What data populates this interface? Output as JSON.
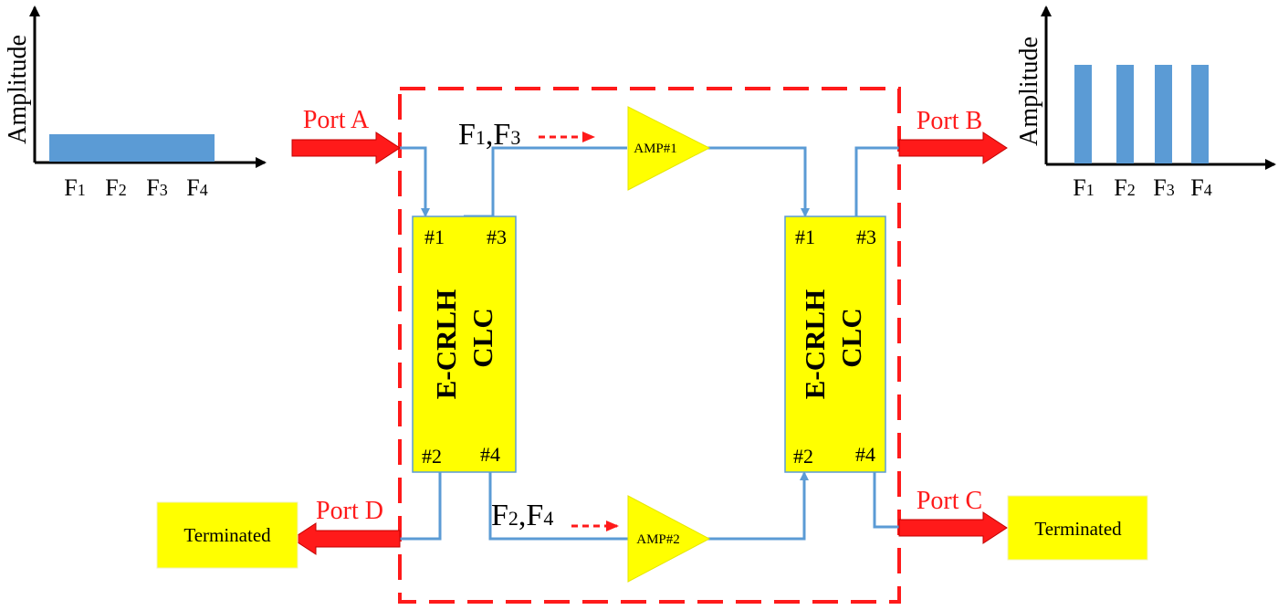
{
  "colors": {
    "red": "#ff1a1a",
    "wire": "#5b9bd5",
    "yellow": "#ffff00",
    "spectrum_bar": "#5b9bd5",
    "text": "#000000"
  },
  "input_spectrum": {
    "ylabel": "Amplitude",
    "freq_labels": [
      {
        "base": "F",
        "sub": "1"
      },
      {
        "base": "F",
        "sub": "2"
      },
      {
        "base": "F",
        "sub": "3"
      },
      {
        "base": "F",
        "sub": "4"
      }
    ]
  },
  "output_spectrum": {
    "ylabel": "Amplitude",
    "freq_labels": [
      {
        "base": "F",
        "sub": "1"
      },
      {
        "base": "F",
        "sub": "2"
      },
      {
        "base": "F",
        "sub": "3"
      },
      {
        "base": "F",
        "sub": "4"
      }
    ]
  },
  "ports": {
    "a": "Port A",
    "b": "Port B",
    "c": "Port C",
    "d": "Port D"
  },
  "couplers": {
    "left": {
      "line1": "E-CRLH",
      "line2": "CLC",
      "p1": "#1",
      "p2": "#2",
      "p3": "#3",
      "p4": "#4"
    },
    "right": {
      "line1": "E-CRLH",
      "line2": "CLC",
      "p1": "#1",
      "p2": "#2",
      "p3": "#3",
      "p4": "#4"
    }
  },
  "amplifiers": {
    "amp1": "AMP#1",
    "amp2": "AMP#2"
  },
  "paths": {
    "upper": {
      "f_a": "F",
      "sub_a": "1",
      "sep": ",",
      "f_b": "F",
      "sub_b": "3"
    },
    "lower": {
      "f_a": "F",
      "sub_a": "2",
      "sep": ",",
      "f_b": "F",
      "sub_b": "4"
    }
  },
  "terminations": {
    "left": "Terminated",
    "right": "Terminated"
  }
}
